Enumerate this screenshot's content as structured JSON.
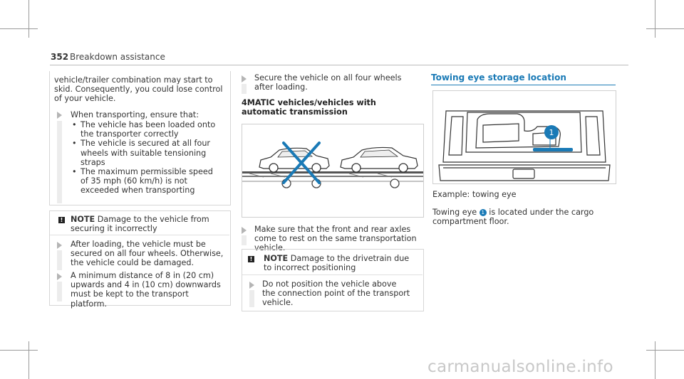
{
  "header": {
    "page_number": "352",
    "section": "Breakdown assistance"
  },
  "col1": {
    "intro": "vehicle/trailer combination may start to skid. Consequently, you could lose control of your vehicle.",
    "step1": "When transporting, ensure that:",
    "bullets": [
      "The vehicle has been loaded onto the transporter correctly",
      "The vehicle is secured at all four wheels with suitable tensioning straps",
      "The maximum permissible speed of 35 mph (60 km/h) is not exceeded when transporting"
    ],
    "note_label": "NOTE",
    "note_text": "Damage to the vehicle from securing it incorrectly",
    "step2": "After loading, the vehicle must be secured on all four wheels. Otherwise, the vehicle could be damaged.",
    "step3": "A minimum distance of 8 in (20 cm) upwards and 4 in (10 cm) downwards must be kept to the transport platform."
  },
  "col2": {
    "step1": "Secure the vehicle on all four wheels after loading.",
    "heading": "4MATIC vehicles/vehicles with automatic transmission",
    "step2": "Make sure that the front and rear axles come to rest on the same transportation vehicle.",
    "note_label": "NOTE",
    "note_text": "Damage to the drivetrain due to incorrect positioning",
    "step3": "Do not position the vehicle above the connection point of the transport vehicle."
  },
  "col3": {
    "heading": "Towing eye storage location",
    "caption": "Example: towing eye",
    "callout": "1",
    "text_before": "Towing eye",
    "text_after": "is located under the cargo compartment floor."
  },
  "colors": {
    "accent": "#1a7ab6",
    "cross": "#1a7ab6"
  },
  "watermark": "carmanualsonline.info"
}
